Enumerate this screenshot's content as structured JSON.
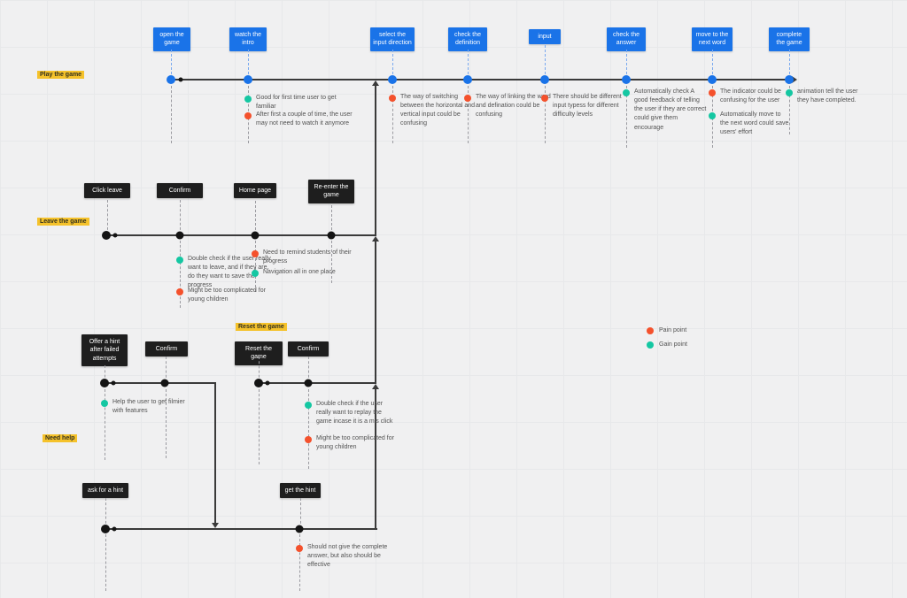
{
  "board": {
    "lanes": {
      "play": "Play the game",
      "leave": "Leave the game",
      "reset": "Reset the game",
      "help": "Need help"
    },
    "steps": {
      "open": "open the game",
      "watch": "watch the intro",
      "select_direction": "select the input direction",
      "check_definition": "check the definition",
      "input": "input",
      "check_answer": "check the answer",
      "next_word": "move to the next word",
      "complete": "complete the game"
    },
    "actions": {
      "click_leave": "Click leave",
      "confirm_leave": "Confirm",
      "home_page": "Home page",
      "reenter": "Re-enter the game",
      "offer_hint": "Offer a hint after failed attempts",
      "confirm_hint": "Confirm",
      "reset_game": "Reset the game",
      "confirm_reset": "Confirm",
      "ask_hint": "ask for a hint",
      "get_hint": "get the hint"
    },
    "notes": {
      "watch_gain": "Good for first time user to get familiar",
      "watch_pain": "After first a couple of time, the user may not need to watch it anymore",
      "direction_pain": "The way of switching between the horizontal and vertical input could be confusing",
      "definition_pain": "The way of linking the word and defination could be confusing",
      "input_pain": "There should be different input typess for different difficulty levels",
      "answer_gain": "Automatically check A good feedback of telling the user if they are correct could give them encourage",
      "next_pain": "The indicator could be confusing for the user",
      "next_gain": "Automatically move to the next word could save users' effort",
      "complete_gain": "animation tell the user they have completed.",
      "leave_confirm_gain": "Double check if the user really want to leave, and if they are, do they want to save the progress",
      "leave_confirm_pain": "Might be too complicated for young children",
      "home_pain": "Need to remind students of their progress",
      "home_gain": "Navigation all in one place",
      "offer_gain": "Help the user to get filmier with features",
      "reset_confirm_gain": "Double check if the user really want to replay the game incase it is a mis click",
      "reset_confirm_pain": "Might be too complicated for young children",
      "hint_pain": "Should not give the complete answer, but also should be effective"
    },
    "legend": {
      "pain_label": "Pain point",
      "gain_label": "Gain point"
    },
    "colors": {
      "pain": "#f4512c",
      "gain": "#14c7a2",
      "step_blue": "#1a73e8",
      "action_black": "#1e1e1e",
      "lane_highlight": "#f5c22b"
    }
  }
}
